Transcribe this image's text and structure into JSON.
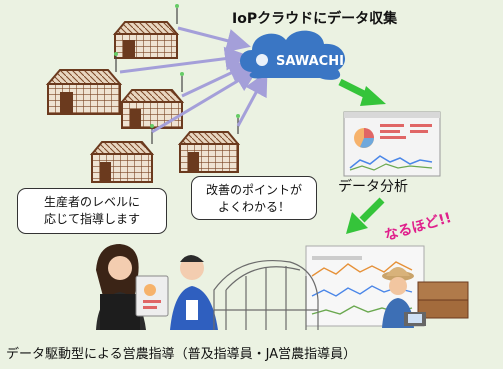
{
  "title": "IoPクラウドにデータ収集",
  "cloud": {
    "label": "SAWACHI"
  },
  "analysis_label": "データ分析",
  "exclaim": "なるほど!!",
  "bubble_left": {
    "line1": "生産者のレベルに",
    "line2": "応じて指導します"
  },
  "bubble_right": {
    "line1": "改善のポイントが",
    "line2": "よくわかる！"
  },
  "caption": "データ駆動型による営農指導（普及指導員・JA営農指導員）",
  "colors": {
    "background": "#ebf2e2",
    "cloud": "#3a76c4",
    "data_arrow": "#a49fd9",
    "flow_arrow": "#35c43a",
    "greenhouse_frame": "#6b3a1e",
    "exclaim": "#e0208c"
  }
}
